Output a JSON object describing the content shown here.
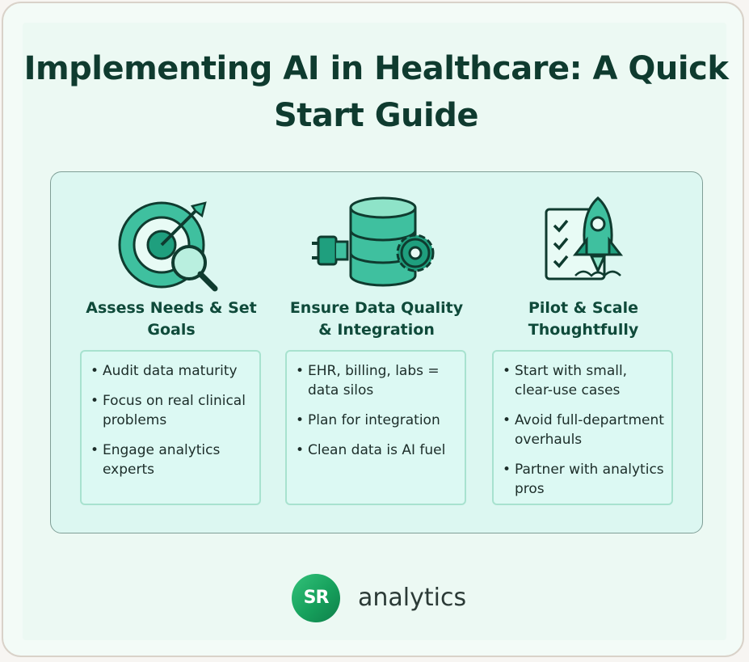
{
  "title": "Implementing AI in Healthcare: A Quick Start Guide",
  "colors": {
    "accent": "#1f9f7e",
    "title": "#0f3b2f",
    "panel": "#dcf7f1",
    "brand_green": "#16a05c"
  },
  "columns": [
    {
      "icon": "target-magnifier-icon",
      "title": "Assess Needs & Set Goals",
      "bullets": [
        "Audit data maturity",
        "Focus on real clinical problems",
        "Engage analytics experts"
      ]
    },
    {
      "icon": "database-plug-gear-icon",
      "title": "Ensure Data Quality & Integration",
      "bullets": [
        "EHR, billing, labs = data silos",
        "Plan for integration",
        "Clean data is AI fuel"
      ]
    },
    {
      "icon": "checklist-rocket-icon",
      "title": "Pilot & Scale Thoughtfully",
      "bullets": [
        "Start with small, clear-use cases",
        "Avoid full-department overhauls",
        "Partner with analytics pros"
      ]
    }
  ],
  "logo": {
    "initials": "SR",
    "name": "analytics"
  }
}
